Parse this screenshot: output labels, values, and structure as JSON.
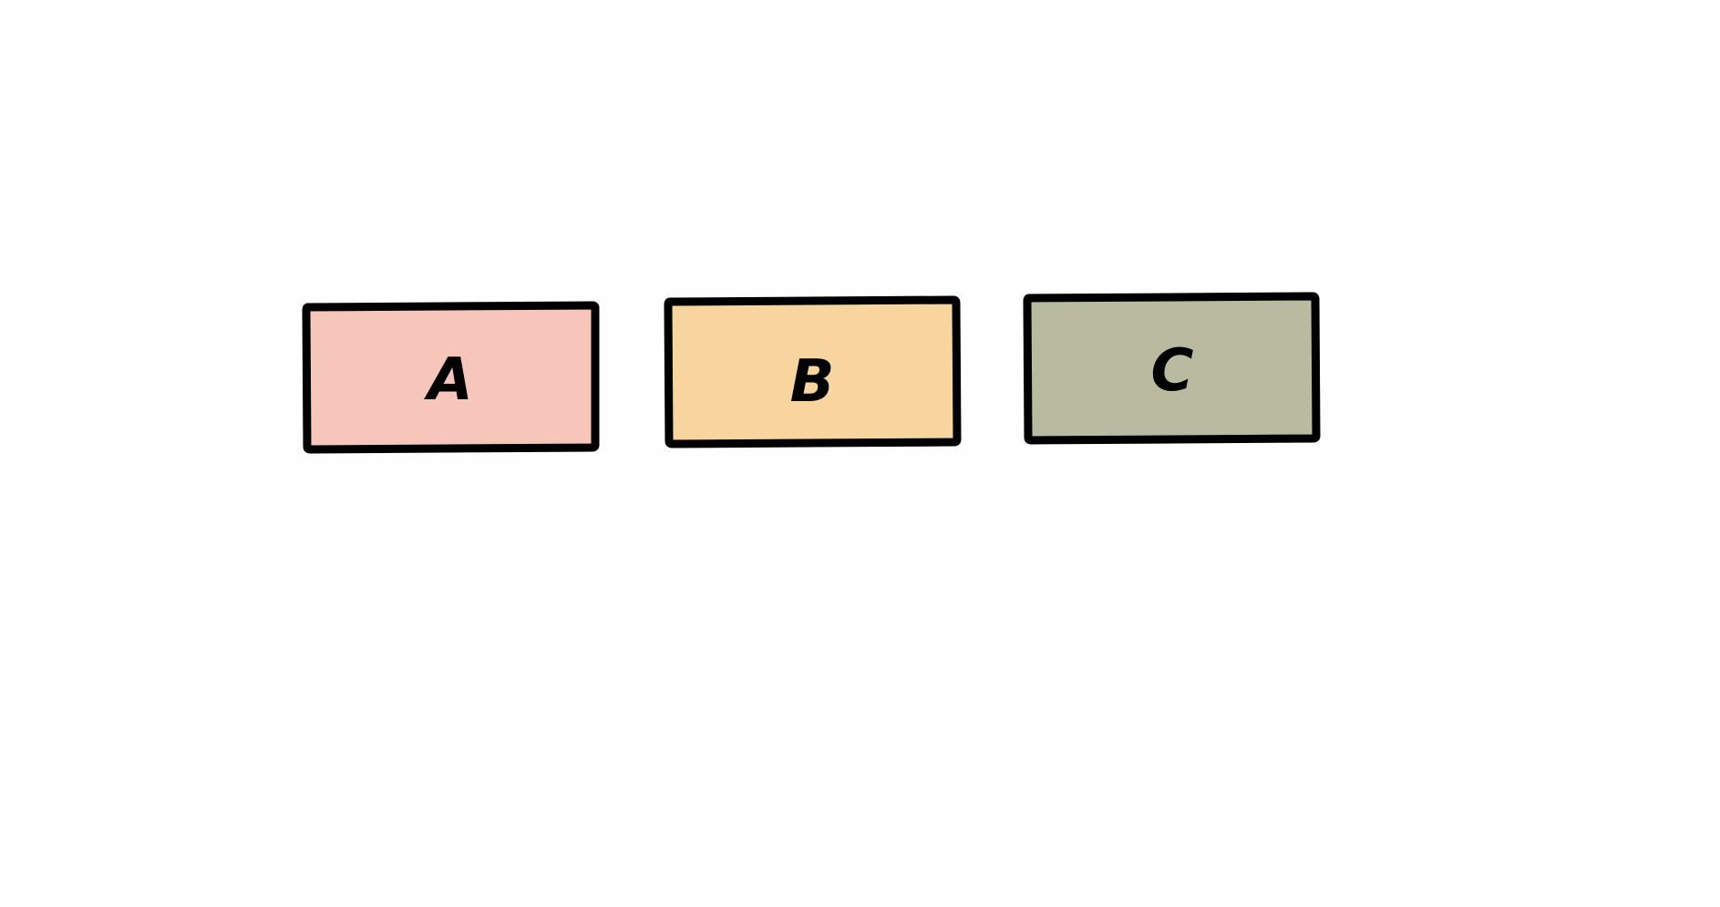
{
  "diagram": {
    "boxes": [
      {
        "label": "A",
        "fill": "#f7c6bb",
        "stroke": "#000000"
      },
      {
        "label": "B",
        "fill": "#f8d49f",
        "stroke": "#000000"
      },
      {
        "label": "C",
        "fill": "#b8bba0",
        "stroke": "#000000"
      }
    ]
  }
}
